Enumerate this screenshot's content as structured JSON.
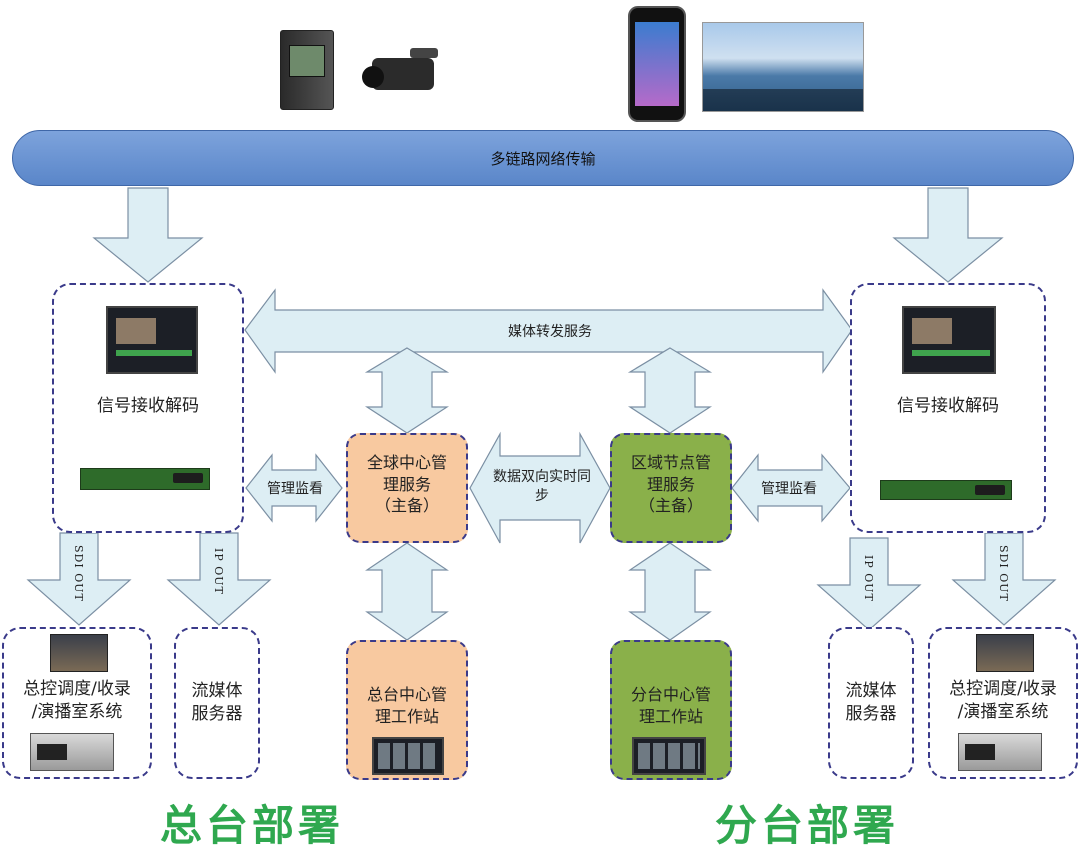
{
  "network": {
    "label": "多链路网络传输"
  },
  "media_forward": {
    "label": "媒体转发服务"
  },
  "hq": {
    "decoder_label": "信号接收解码",
    "monitor_label": "管理监看",
    "sdi_out": "SDI OUT",
    "ip_out": "IP OUT",
    "control_room": "总控调度/收录\n/演播室系统",
    "streaming_server": "流媒体\n服务器",
    "center_service": "全球中心管\n理服务\n（主备）",
    "workstation": "总台中心管\n理工作站",
    "title": "总台部署"
  },
  "sync": {
    "label": "数据双向实时同\n步"
  },
  "branch": {
    "decoder_label": "信号接收解码",
    "monitor_label": "管理监看",
    "sdi_out": "SDI OUT",
    "ip_out": "IP OUT",
    "control_room": "总控调度/收录\n/演播室系统",
    "streaming_server": "流媒体\n服务器",
    "node_service": "区域节点管\n理服务\n（主备）",
    "workstation": "分台中心管\n理工作站",
    "title": "分台部署"
  },
  "colors": {
    "network": "#6b95d3",
    "arrow_fill": "#ddeef4",
    "hq_box": "#f8c9a0",
    "branch_box": "#8ab04a",
    "title_green": "#2fa84f",
    "dash_border": "#3a3a8a"
  },
  "icons": [
    "encoder-box-icon",
    "camera-icon",
    "phone-icon",
    "tablet-app-icon",
    "decoder-software-icon",
    "rack-decoder-icon",
    "control-room-icon",
    "video-recorder-icon",
    "monitor-grid-icon"
  ]
}
